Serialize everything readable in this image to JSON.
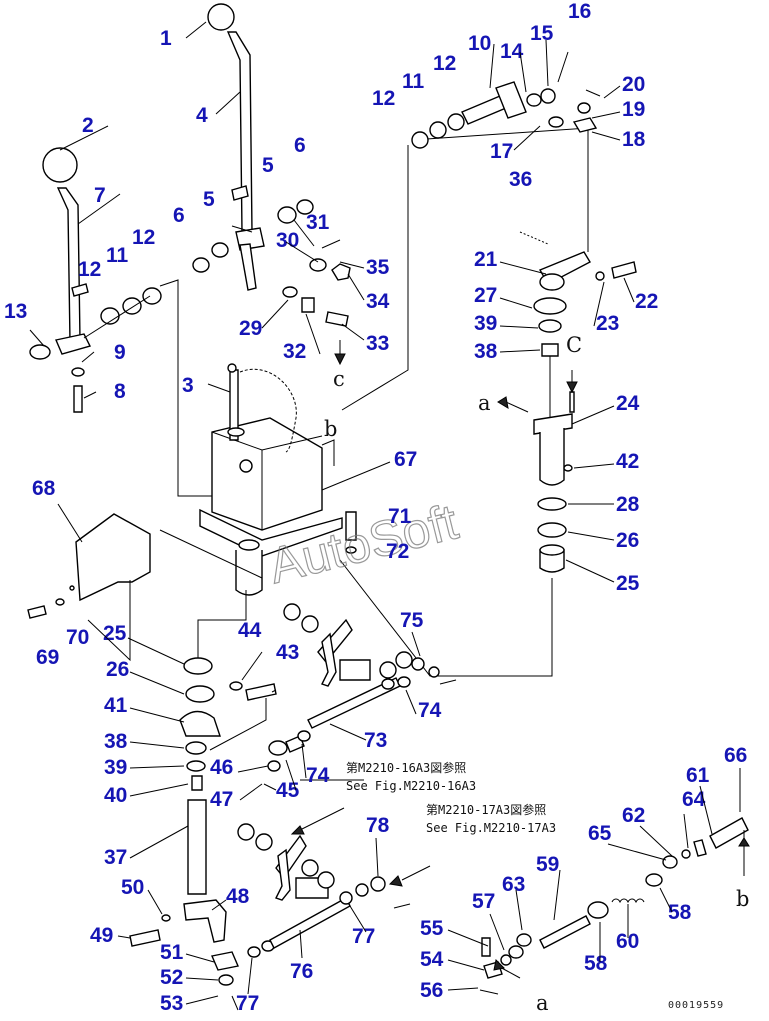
{
  "watermark": "AutoSoft",
  "document_number": "00019559",
  "references": [
    {
      "jp": "第M2210-16A3図参照",
      "en": "See Fig.M2210-16A3"
    },
    {
      "jp": "第M2210-17A3図参照",
      "en": "See Fig.M2210-17A3"
    }
  ],
  "view_letters": {
    "a": "a",
    "b": "b",
    "c": "c",
    "C": "C"
  },
  "callouts": [
    "1",
    "2",
    "3",
    "4",
    "5",
    "5",
    "6",
    "6",
    "7",
    "8",
    "9",
    "10",
    "11",
    "11",
    "12",
    "12",
    "12",
    "12",
    "13",
    "14",
    "15",
    "16",
    "17",
    "18",
    "19",
    "20",
    "21",
    "22",
    "23",
    "24",
    "25",
    "25",
    "26",
    "26",
    "27",
    "28",
    "29",
    "30",
    "31",
    "32",
    "33",
    "34",
    "35",
    "36",
    "37",
    "38",
    "38",
    "39",
    "39",
    "40",
    "41",
    "42",
    "43",
    "44",
    "45",
    "46",
    "47",
    "48",
    "49",
    "50",
    "51",
    "52",
    "53",
    "54",
    "55",
    "56",
    "57",
    "58",
    "58",
    "59",
    "60",
    "61",
    "62",
    "63",
    "64",
    "65",
    "66",
    "67",
    "68",
    "69",
    "70",
    "71",
    "72",
    "73",
    "74",
    "74",
    "75",
    "76",
    "77",
    "77",
    "78"
  ]
}
